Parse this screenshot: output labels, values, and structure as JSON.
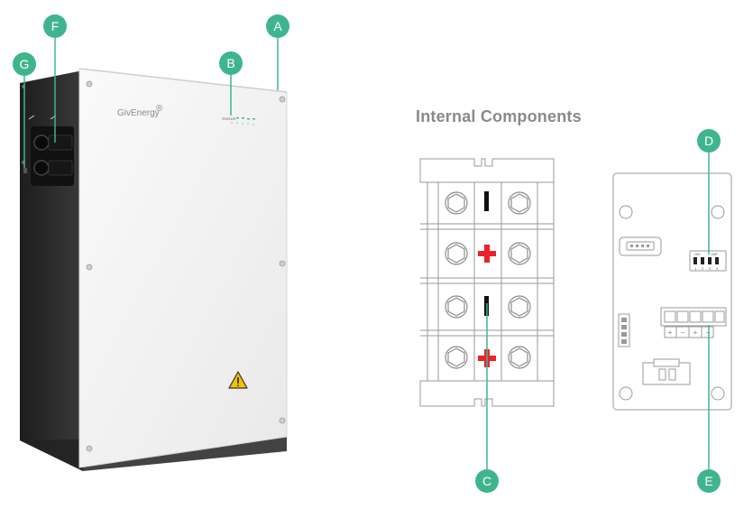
{
  "title": "Internal Components",
  "brand": "GivEnergy",
  "brand_mark": "®",
  "status_label": "STATUS",
  "dip_labels": {
    "on": "ON",
    "dip": "DIP",
    "nums": [
      "1",
      "2",
      "3",
      "4"
    ]
  },
  "terminal_signs": [
    "+",
    "−",
    "+",
    "−"
  ],
  "callouts": {
    "A": "A",
    "B": "B",
    "C": "C",
    "D": "D",
    "E": "E",
    "F": "F",
    "G": "G"
  },
  "colors": {
    "accent": "#3fb58f",
    "polarity_positive": "#e8242a",
    "polarity_negative": "#111111",
    "warning": "#f2c200"
  }
}
